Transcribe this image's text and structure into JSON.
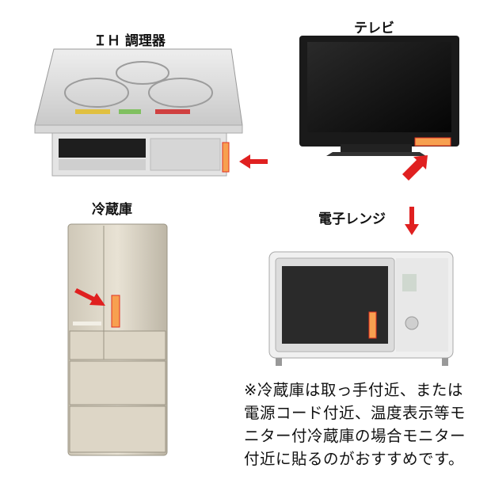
{
  "labels": {
    "ih": "ＩＨ 調理器",
    "tv": "テレビ",
    "fridge": "冷蔵庫",
    "microwave": "電子レンジ"
  },
  "note_lines": [
    "※冷蔵庫は取っ手付近、または",
    "電源コード付近、温度表示等モ",
    "ニター付冷蔵庫の場合モニター",
    "付近に貼るのがおすすめです。"
  ],
  "colors": {
    "arrow": "#e02020",
    "sticker_fill": "#f7a050",
    "sticker_border": "#e03020"
  }
}
